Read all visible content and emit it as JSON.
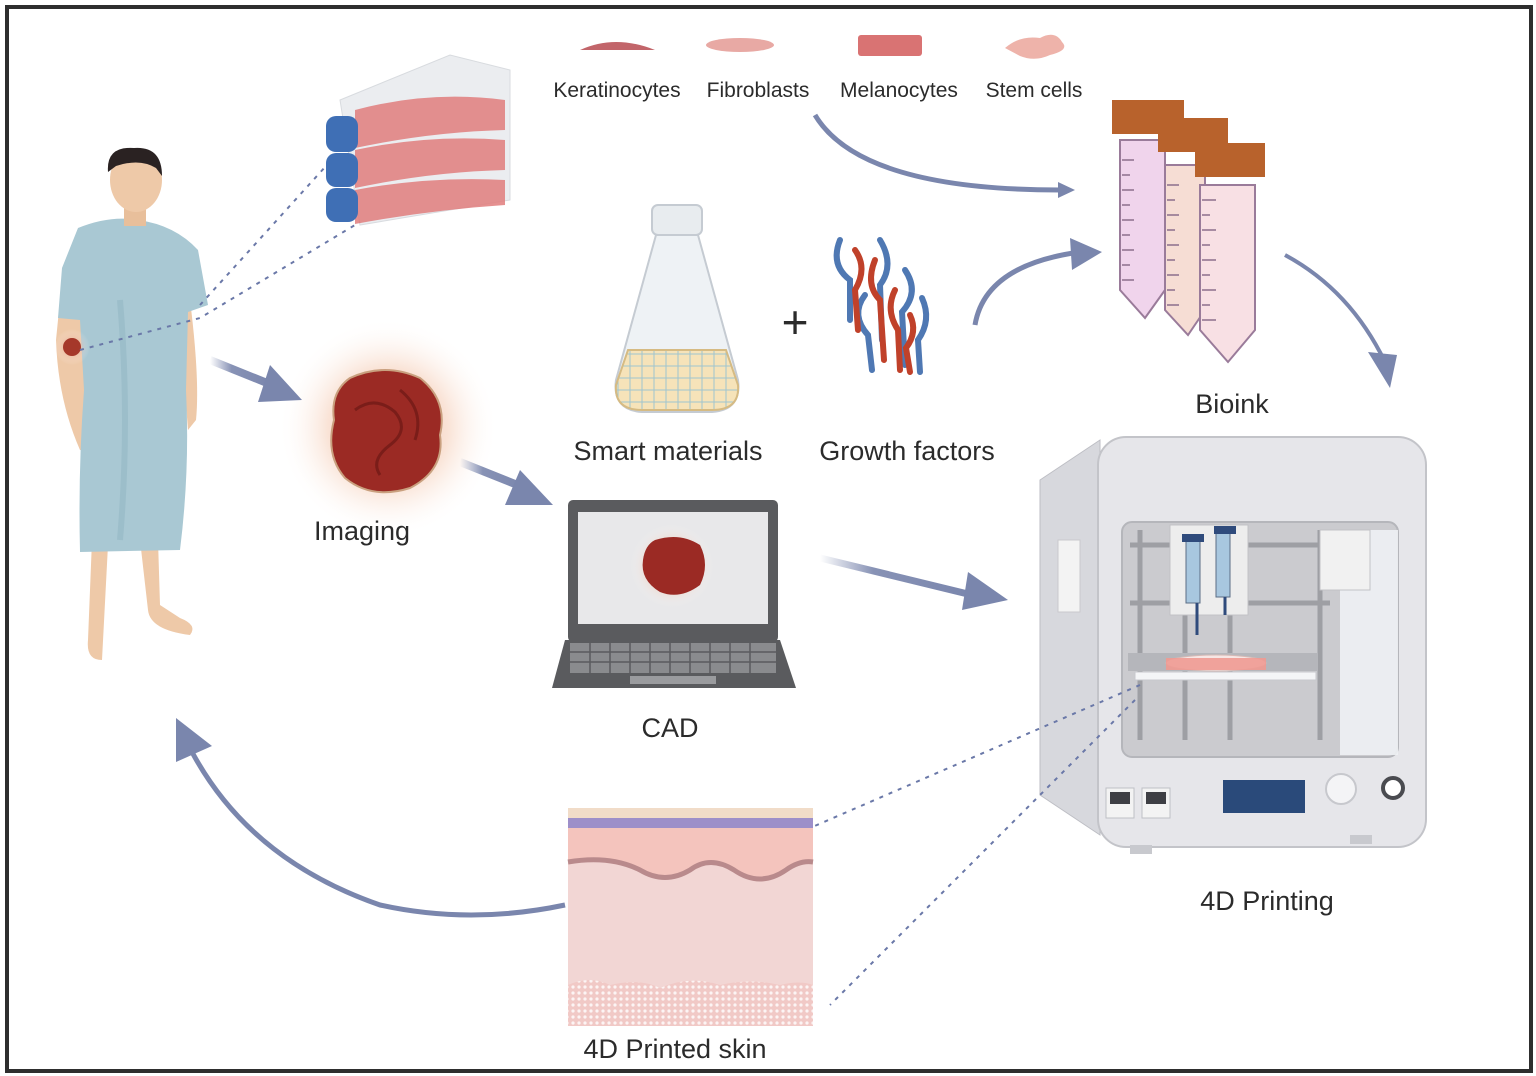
{
  "figure": {
    "type": "workflow-diagram",
    "subject": "4D printing of personalized skin"
  },
  "cell_types": [
    {
      "label": "Keratinocytes",
      "color": "#c2656a"
    },
    {
      "label": "Fibroblasts",
      "color": "#e8a9a4"
    },
    {
      "label": "Melanocytes",
      "color": "#d97373"
    },
    {
      "label": "Stem cells",
      "color": "#eeb3aa"
    }
  ],
  "labels": {
    "imaging": "Imaging",
    "smart_materials": "Smart materials",
    "plus": "+",
    "growth_factors": "Growth factors",
    "bioink": "Bioink",
    "cad": "CAD",
    "printing": "4D Printing",
    "printed_skin": "4D Printed skin"
  },
  "colors": {
    "arrow": "#7a86ad",
    "wound": "#9b2a24",
    "gown": "#a9c8d3",
    "skin": "#eec9a8",
    "flask_blue": "#3f6fb5",
    "tube_cap": "#b8622c",
    "printer_body": "#e4e4e8",
    "frame": "#2e2e2e"
  },
  "flow": [
    {
      "from": "Patient",
      "to": "Imaging"
    },
    {
      "from": "Imaging",
      "to": "CAD"
    },
    {
      "from": "CAD",
      "to": "4D Printing"
    },
    {
      "from": "Cells",
      "to": "Bioink"
    },
    {
      "from": "Smart materials + Growth factors",
      "to": "Bioink"
    },
    {
      "from": "Bioink",
      "to": "4D Printing"
    },
    {
      "from": "4D Printed skin",
      "to": "Patient"
    }
  ]
}
